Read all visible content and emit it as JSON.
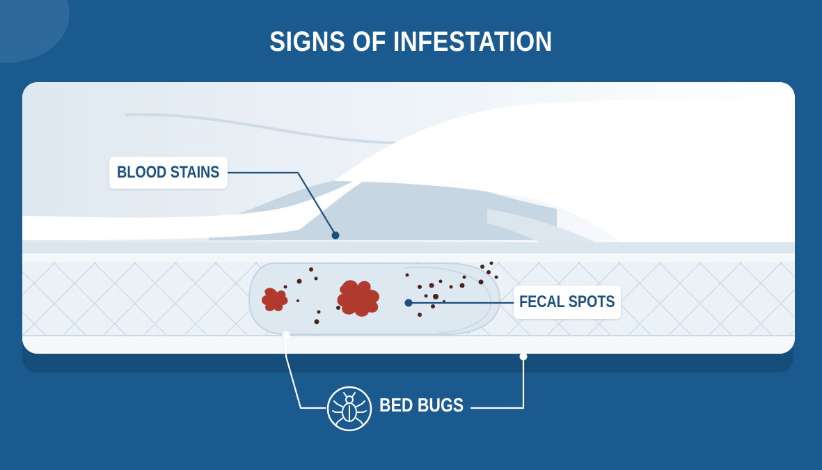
{
  "title": "SIGNS OF INFESTATION",
  "labels": {
    "blood_stains": "BLOOD STAINS",
    "fecal_spots": "FECAL SPOTS",
    "bed_bugs": "BED BUGS"
  },
  "icons": {
    "bed_bugs": "bug-icon"
  },
  "colors": {
    "background": "#1a5a8e",
    "label_text": "#1b4f7e",
    "blood_stain": "#b03a2e",
    "fecal_spot": "#4a2418",
    "mattress": "#e9f0f6"
  }
}
